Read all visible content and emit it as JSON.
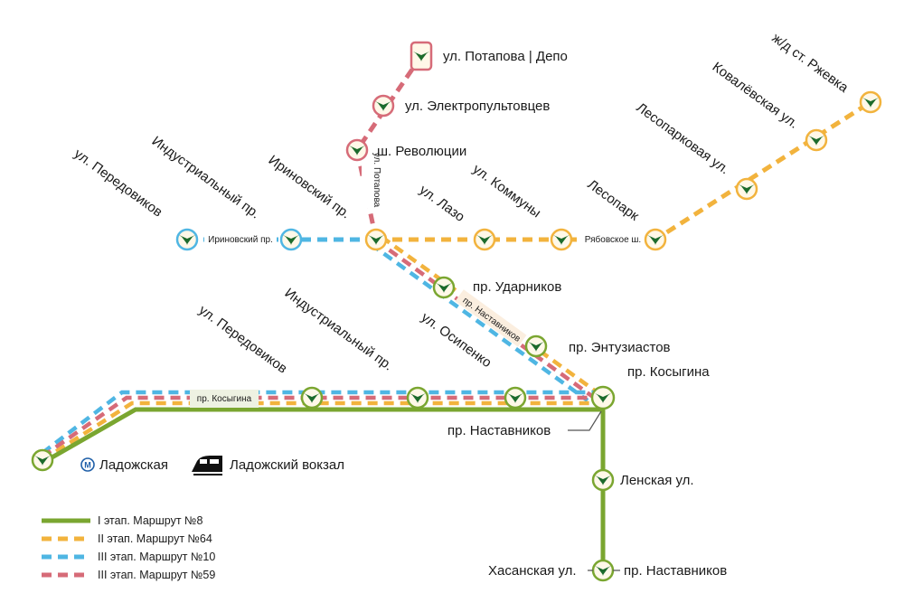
{
  "colors": {
    "route8": "#7aa630",
    "route64": "#f2b33d",
    "route10": "#4fb6e3",
    "route59": "#d66b78",
    "stop_fill": "#fff8e8",
    "tram_icon": "#1d6b2c"
  },
  "stations": {
    "potapova_depo": "ул. Потапова | Депо",
    "elektropultovtsev": "ул. Электропультовцев",
    "revolyutsii": "ш. Революции",
    "peredovikov_top": "ул. Передовиков",
    "industrialny_top": "Индустриальный пр.",
    "irinovsky": "Ириновский пр.",
    "lazo": "ул. Лазо",
    "kommuny": "ул. Коммуны",
    "lesopark": "Лесопарк",
    "lesoparkovaya": "Лесопарковая ул.",
    "kovalevskaya": "Ковалёвская ул.",
    "rzhevka": "ж/д ст. Ржевка",
    "udarnikov": "пр. Ударников",
    "entuziastov": "пр. Энтузиастов",
    "kosygina": "пр. Косыгина",
    "peredovikov_bottom": "ул. Передовиков",
    "industrialny_bottom": "Индустриальный пр.",
    "osipenko": "ул. Осипенко",
    "nastavnikov_junction": "пр. Наставников",
    "ladozhskaya": "Ладожская",
    "ladozhsky_vokzal": "Ладожский вокзал",
    "lenskaya": "Ленская ул.",
    "khasanskaya": "Хасанская ул.",
    "nastavnikov_end": "пр. Наставников"
  },
  "streets": {
    "irinovsky_pr": "Ириновский пр.",
    "potapova": "ул. Потапова",
    "ryabovskoe": "Рябовское ш.",
    "nastavnikov": "пр. Наставников",
    "kosygina": "пр. Косыгина"
  },
  "metro_symbol": "М",
  "legend": [
    {
      "label": "I этап. Маршрут №8",
      "color": "#7aa630",
      "dashed": false
    },
    {
      "label": "II этап. Маршрут №64",
      "color": "#f2b33d",
      "dashed": true
    },
    {
      "label": "III этап. Маршрут №10",
      "color": "#4fb6e3",
      "dashed": true
    },
    {
      "label": "III этап. Маршрут №59",
      "color": "#d66b78",
      "dashed": true
    }
  ]
}
